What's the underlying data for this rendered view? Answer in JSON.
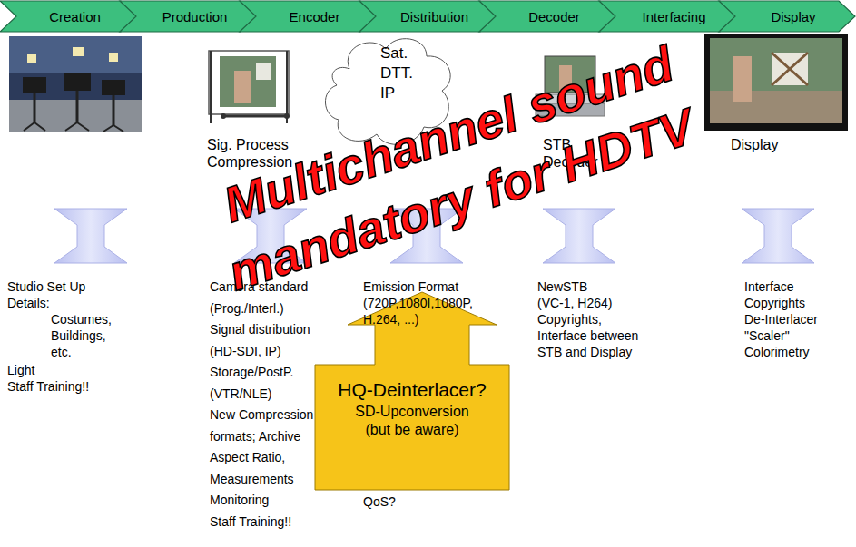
{
  "diagram": {
    "nodes": [
      {
        "text": [
          "Creation"
        ]
      },
      {
        "text": [
          "Production"
        ]
      },
      {
        "text": [
          "Encoder"
        ]
      },
      {
        "text": [
          "Distribution"
        ]
      },
      {
        "text": [
          "Decoder"
        ]
      },
      {
        "text": [
          "Interfacing"
        ]
      },
      {
        "text": [
          "Display"
        ]
      },
      {
        "text": [
          "Sat. DTT. IP"
        ]
      },
      {
        "text": [
          "HQ-Deinterlacer?",
          "SD-Upconversion (but be aware)"
        ]
      }
    ],
    "labels": [
      "Sig. Process Compression",
      "STB Decoder",
      "Display",
      "Studio Set Up",
      "Details:",
      "Costumes,",
      "Buildings,",
      "etc.",
      "Light",
      "Staff Training!!",
      "Camera standard",
      "(Prog./Interl.)",
      "Signal distribution",
      "(HD-SDI, IP)",
      "Storage/PostP.",
      "(VTR/NLE)",
      "New Compression",
      "formats; Archive",
      "Aspect Ratio,",
      "Measurements",
      "Monitoring",
      "Staff Training!!",
      "Emission Format",
      "(720P,1080I,1080P,",
      "H.264, ...)",
      "QoS?",
      "NewSTB",
      "(VC-1, H264)",
      "Copyrights,",
      "Interface between",
      "STB and Display",
      "Interface",
      "Copyrights",
      "De-Interlacer",
      "\"Scaler\"",
      "Colorimetry",
      "Multichannel sound",
      "mandatory for HDTV"
    ]
  }
}
